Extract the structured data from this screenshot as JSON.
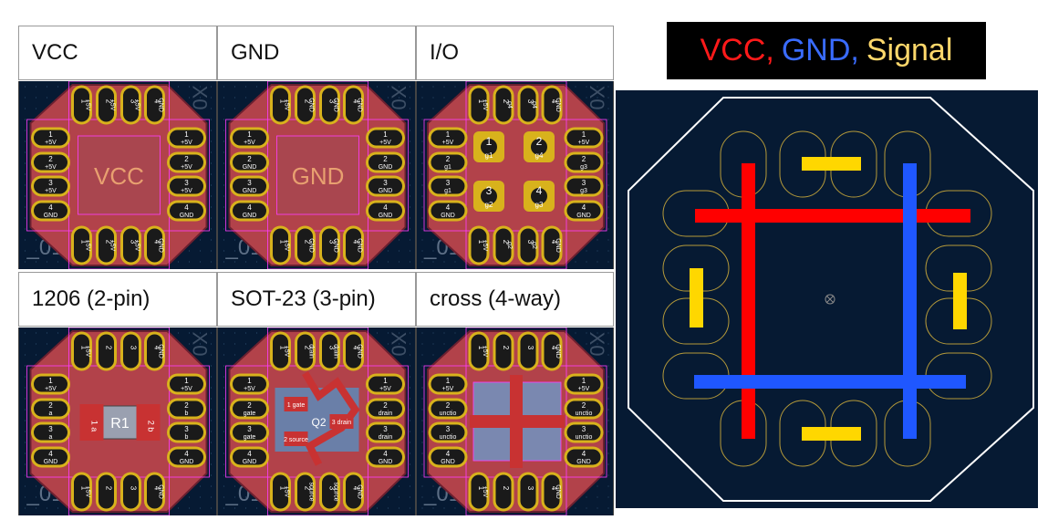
{
  "cells": [
    {
      "label": "VCC",
      "center": "VCC",
      "kind": "vcc"
    },
    {
      "label": "GND",
      "center": "GND",
      "kind": "gnd"
    },
    {
      "label": "I/O",
      "center": "",
      "kind": "io"
    },
    {
      "label": "1206 (2-pin)",
      "center": "R1",
      "kind": "r1206"
    },
    {
      "label": "SOT-23 (3-pin)",
      "center": "Q2",
      "kind": "sot23"
    },
    {
      "label": "cross (4-way)",
      "center": "",
      "kind": "cross"
    }
  ],
  "pad_nets": {
    "vcc": {
      "top": [
        "+5V",
        "+5V",
        "+5V",
        "GND"
      ],
      "left": [
        "+5V",
        "+5V",
        "+5V",
        "GND"
      ],
      "right": [
        "+5V",
        "+5V",
        "+5V",
        "GND"
      ],
      "bottom": [
        "+5V",
        "+5V",
        "+5V",
        "GND"
      ]
    },
    "gnd": {
      "top": [
        "+5V",
        "GND",
        "GND",
        "GND"
      ],
      "left": [
        "+5V",
        "GND",
        "GND",
        "GND"
      ],
      "right": [
        "+5V",
        "GND",
        "GND",
        "GND"
      ],
      "bottom": [
        "+5V",
        "GND",
        "GND",
        "GND"
      ]
    },
    "io": {
      "top": [
        "+5V",
        "g4",
        "g4",
        "GND"
      ],
      "left": [
        "+5V",
        "g1",
        "g1",
        "GND"
      ],
      "right": [
        "+5V",
        "g3",
        "g3",
        "GND"
      ],
      "bottom": [
        "+5V",
        "g2",
        "g2",
        "GND"
      ]
    },
    "r1206": {
      "top": [
        "+5V",
        "",
        "",
        "GND"
      ],
      "left": [
        "+5V",
        "a",
        "a",
        "GND"
      ],
      "right": [
        "+5V",
        "b",
        "b",
        "GND"
      ],
      "bottom": [
        "+5V",
        "",
        "",
        "GND"
      ]
    },
    "sot23": {
      "top": [
        "+5V",
        "drain",
        "drain",
        "GND"
      ],
      "left": [
        "+5V",
        "gate",
        "gate",
        "GND"
      ],
      "right": [
        "+5V",
        "drain",
        "drain",
        "GND"
      ],
      "bottom": [
        "+5V",
        "source",
        "source",
        "GND"
      ]
    },
    "cross": {
      "top": [
        "+5V",
        "",
        "",
        "GND"
      ],
      "left": [
        "+5V",
        "unctio",
        "unctio",
        "GND"
      ],
      "right": [
        "+5V",
        "unctio",
        "unctio",
        "GND"
      ],
      "bottom": [
        "+5V",
        "",
        "",
        "GND"
      ]
    }
  },
  "pin_numbers": [
    "1",
    "2",
    "3",
    "4"
  ],
  "io_pads": [
    "1",
    "2",
    "3",
    "4"
  ],
  "io_nets": [
    "g1",
    "g4",
    "g2",
    "g3"
  ],
  "sot23_pins": [
    "1 gate",
    "2 source",
    "3 drain"
  ],
  "r1206_pins": [
    "1",
    "a",
    "2",
    "b"
  ],
  "legend": {
    "vcc": "VCC,",
    "gnd": "GND,",
    "signal": "Signal"
  },
  "colors": {
    "vcc": "#ff0000",
    "gnd": "#1f57ff",
    "signal": "#ffd700",
    "board": "#061a33",
    "copper": "#b2424a",
    "pad": "#d8b21c",
    "outline": "#ffffff"
  }
}
